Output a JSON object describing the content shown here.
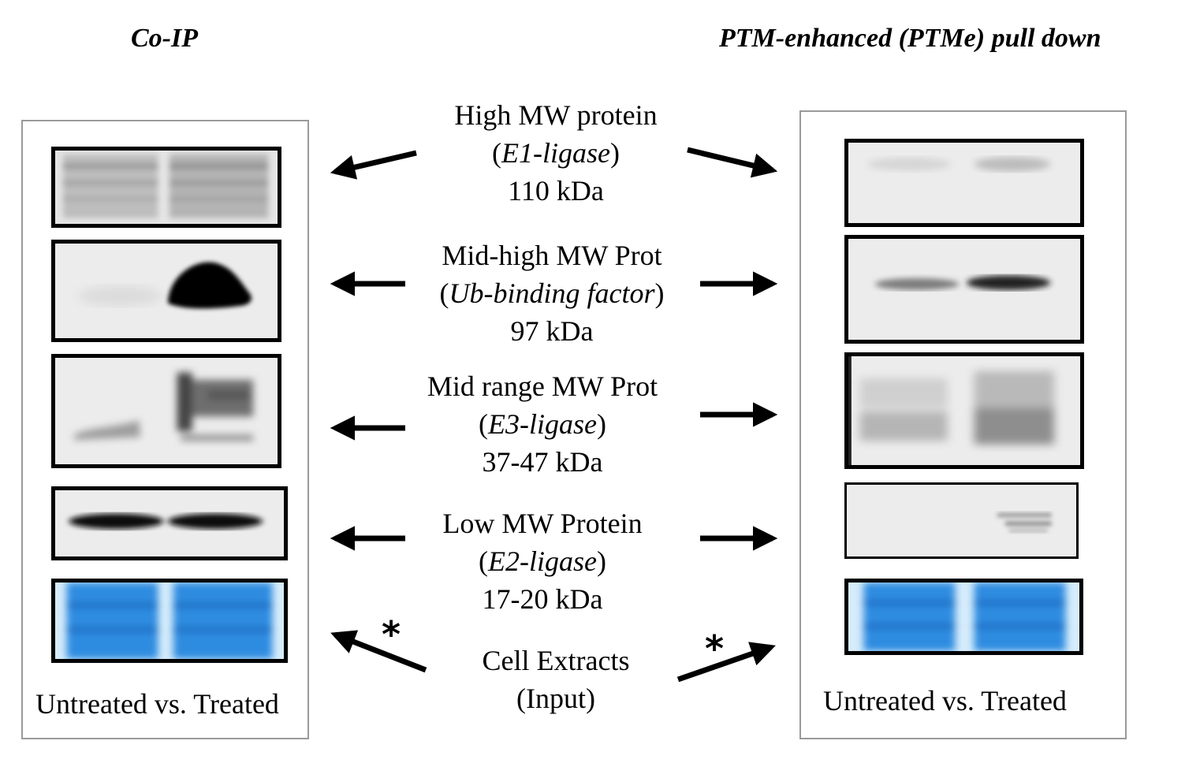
{
  "left_panel": {
    "title": "Co-IP",
    "caption": "Untreated vs. Treated"
  },
  "right_panel": {
    "title": "PTM-enhanced (PTMe) pull down",
    "caption": "Untreated vs. Treated"
  },
  "rows": [
    {
      "name": "High MW protein",
      "enzyme": "E1-ligase",
      "size": "110 kDa"
    },
    {
      "name": "Mid-high MW Prot",
      "enzyme": "Ub-binding factor",
      "size": "97 kDa"
    },
    {
      "name": "Mid range MW Prot",
      "enzyme": "E3-ligase",
      "size": "37-47 kDa"
    },
    {
      "name": "Low MW Protein",
      "enzyme": "E2-ligase",
      "size": "17-20 kDa"
    }
  ],
  "input": {
    "line1": "Cell Extracts",
    "line2": "(Input)",
    "marker": "*"
  },
  "colors": {
    "stain_blue": "#2f8ce0",
    "arrow": "#000000",
    "frame": "#9a9a9a"
  }
}
